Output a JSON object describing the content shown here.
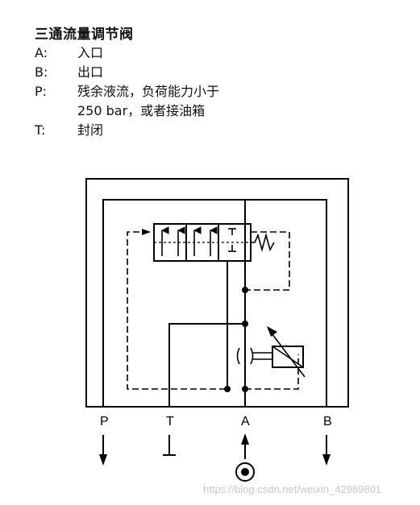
{
  "title": "三通流量调节阀",
  "legend": [
    {
      "key": "A:",
      "lines": [
        "入口"
      ]
    },
    {
      "key": "B:",
      "lines": [
        "出口"
      ]
    },
    {
      "key": "P:",
      "lines": [
        "残余液流，负荷能力小于",
        "250 bar，或者接油箱"
      ]
    },
    {
      "key": "T:",
      "lines": [
        "封闭"
      ]
    }
  ],
  "ports": {
    "p": "P",
    "t": "T",
    "a": "A",
    "b": "B"
  },
  "watermark": "https://blog.csdn.net/weixin_42989801"
}
